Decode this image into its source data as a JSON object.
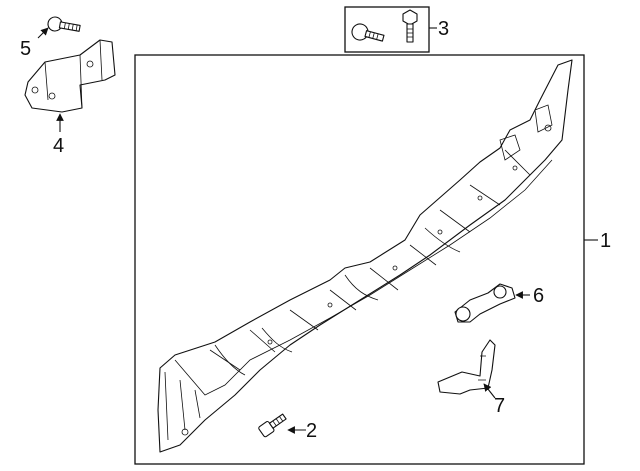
{
  "callouts": {
    "c1": "1",
    "c2": "2",
    "c3": "3",
    "c4": "4",
    "c5": "5",
    "c6": "6",
    "c7": "7"
  },
  "colors": {
    "line": "#111111",
    "background": "#ffffff"
  },
  "icons": [
    "bolt-icon",
    "screw-icon",
    "arrow-icon"
  ]
}
